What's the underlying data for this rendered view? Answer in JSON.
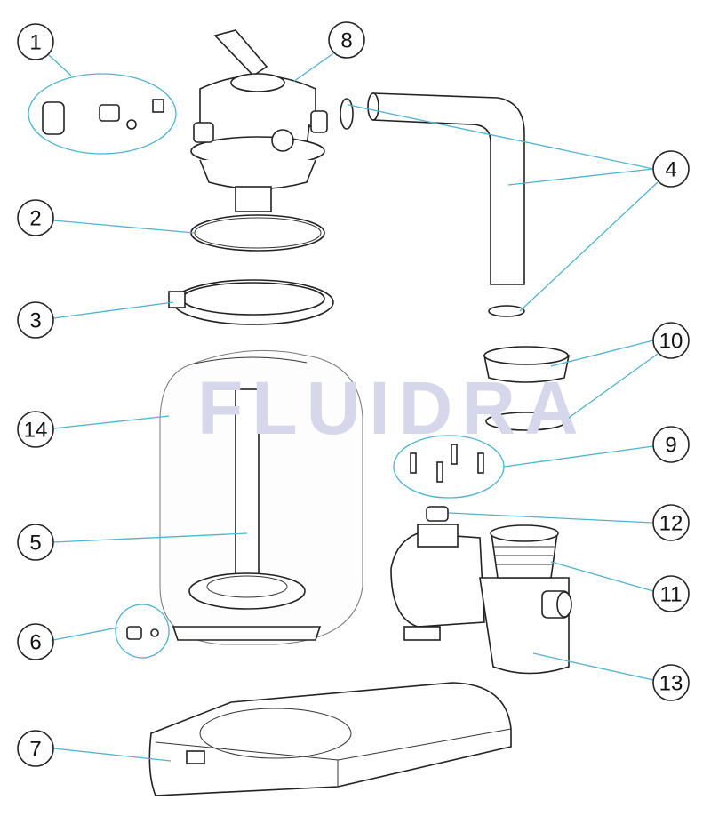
{
  "watermark": "FLUIDRA",
  "colors": {
    "leader": "#4fb3cf",
    "watermark": "#d7d7ec",
    "outline": "#222222"
  },
  "callouts": [
    "1",
    "2",
    "3",
    "4",
    "5",
    "6",
    "7",
    "8",
    "9",
    "10",
    "11",
    "12",
    "13",
    "14"
  ]
}
